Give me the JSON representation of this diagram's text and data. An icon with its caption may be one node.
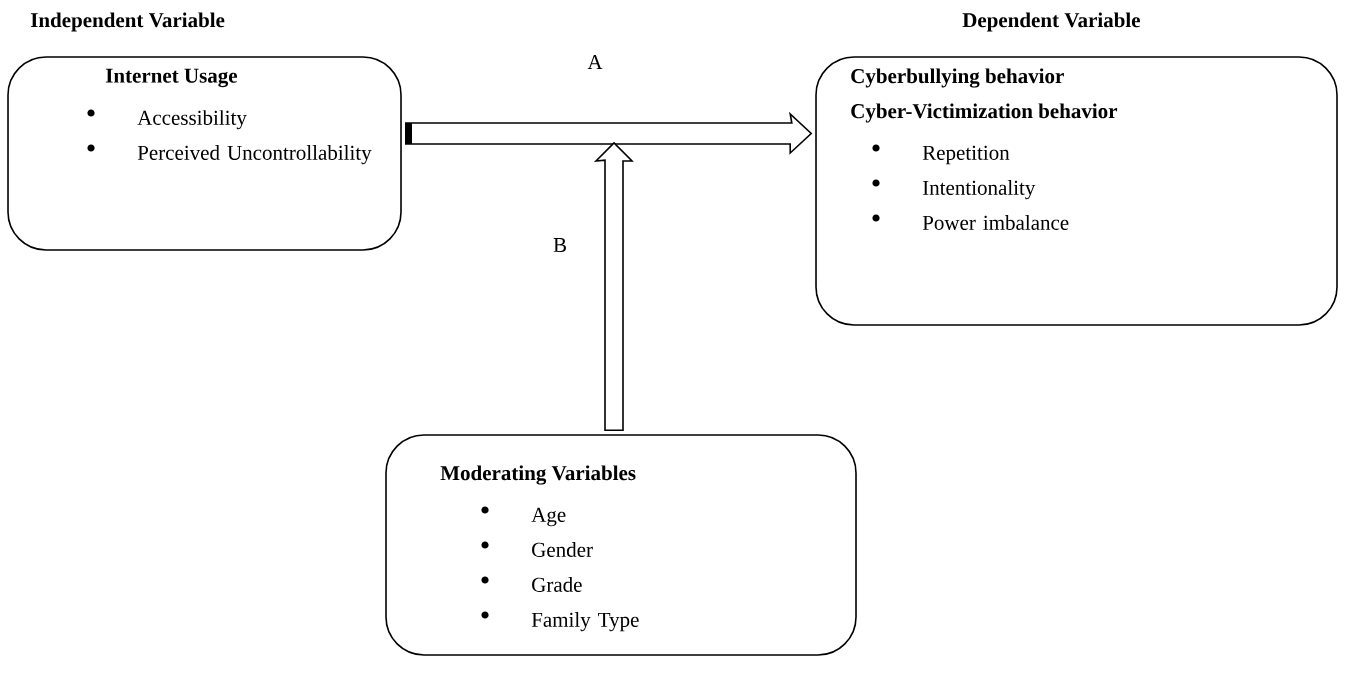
{
  "diagram": {
    "nodes": [
      {
        "text": [
          "Independent Variable",
          "Internet Usage",
          "Accessibility",
          "Perceived Uncontrollability"
        ]
      },
      {
        "text": [
          "Dependent Variable",
          "Cyberbullying behavior",
          "Cyber-Victimization behavior",
          "Repetition",
          "Intentionality",
          "Power imbalance"
        ]
      },
      {
        "text": [
          "Moderating Variables",
          "Age",
          "Gender",
          "Grade",
          "Family Type"
        ]
      }
    ],
    "edges": [
      {
        "from": 0,
        "to": 1,
        "arrow": "to",
        "label": "A"
      },
      {
        "from": 2,
        "to": null,
        "arrow": "to",
        "label": "B"
      }
    ]
  }
}
